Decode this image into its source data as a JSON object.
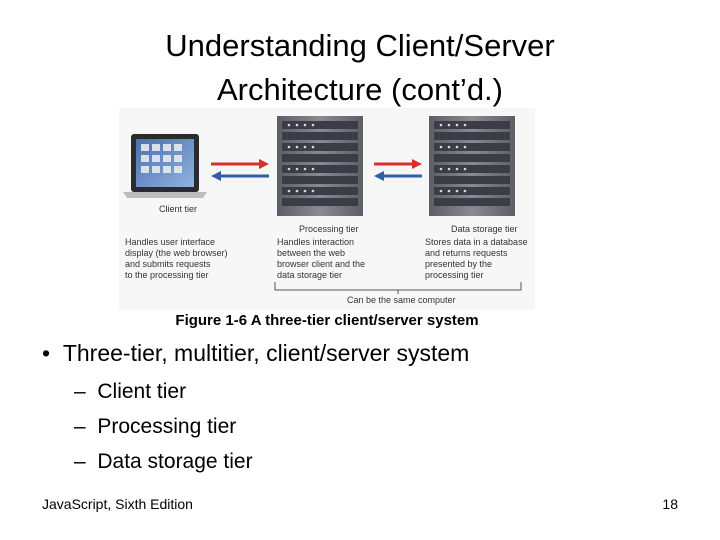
{
  "slide": {
    "title_line1": "Understanding Client/Server",
    "title_line2": "Architecture (cont’d.)",
    "bullet": "Three-tier, multitier, client/server system",
    "subitems": [
      "Client tier",
      "Processing tier",
      "Data storage tier"
    ],
    "footer_left": "JavaScript, Sixth Edition",
    "footer_right": "18"
  },
  "figure": {
    "caption": "Figure 1-6  A three-tier client/server system",
    "client": {
      "label": "Client tier",
      "desc": [
        "Handles user interface",
        "display (the web browser)",
        "and submits requests",
        "to the processing tier"
      ]
    },
    "processing": {
      "label": "Processing tier",
      "desc": [
        "Handles interaction",
        "between the web",
        "browser client and the",
        "data storage tier"
      ]
    },
    "storage": {
      "label": "Data storage tier",
      "desc": [
        "Stores data in a database",
        "and returns requests",
        "presented by the",
        "processing tier"
      ]
    },
    "bracket_label": "Can be the same computer",
    "colors": {
      "arrow_red": "#d9302c",
      "arrow_blue": "#2f5fa8",
      "rack": "#6f6f78"
    }
  }
}
